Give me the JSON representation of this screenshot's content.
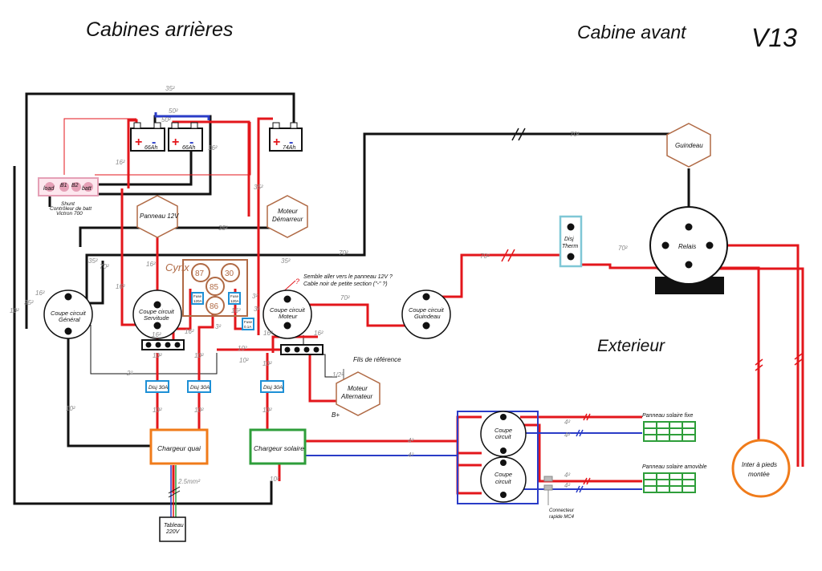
{
  "titles": {
    "rear_cabins": "Cabines arrières",
    "front_cabin": "Cabine avant",
    "version": "V13",
    "exterior": "Exterieur"
  },
  "batteries": {
    "bat1": "66Ah",
    "bat2": "66Ah",
    "bat3": "74Ah"
  },
  "shunt": {
    "load": "load",
    "b1": "B1",
    "b2": "B2",
    "batt": "batt",
    "caption_line1": "Shunt",
    "caption_line2": "Contrôleur de batt",
    "caption_line3": "Victron 700"
  },
  "hexagons": {
    "panneau": "Panneau 12V",
    "moteur_demarreur_1": "Moteur",
    "moteur_demarreur_2": "Démarreur",
    "guindeau": "Guindeau",
    "alternateur_1": "Moteur",
    "alternateur_2": "Alternateur"
  },
  "breakers": {
    "general_1": "Coupe circuit",
    "general_2": "Général",
    "servitude_1": "Coupe circuit",
    "servitude_2": "Servitude",
    "moteur_1": "Coupe circuit",
    "moteur_2": "Moteur",
    "guindeau_1": "Coupe circuit",
    "guindeau_2": "Guindeau",
    "solar1_1": "Coupe",
    "solar1_2": "circuit",
    "solar2_1": "Coupe",
    "solar2_2": "circuit"
  },
  "cyrix": {
    "title": "Cyrix",
    "r87": "87",
    "r30": "30",
    "r85": "85",
    "r86": "86",
    "fuse_line1": "Fuse",
    "fuse_line2": "120A"
  },
  "fuse_small": {
    "line1": "Fuse",
    "line2": "0.1A"
  },
  "disj": {
    "label": "Disj 30A",
    "therm_1": "Disj",
    "therm_2": "Therm"
  },
  "relais": "Relais",
  "chargers": {
    "quai": "Chargeur quai",
    "solaire": "Chargeur solaire"
  },
  "tableau": {
    "line1": "Tableau",
    "line2": "220V"
  },
  "solar_panels": {
    "fixe": "Panneau solaire fixe",
    "amovible": "Panneau solaire amovible"
  },
  "connector": {
    "line1": "Connecteur",
    "line2": "rapide MC4"
  },
  "inter": {
    "line1": "Inter à pieds",
    "line2": "montée"
  },
  "notes": {
    "panel_q1": "Semble aller vers le panneau 12V ?",
    "panel_q2": "Cable noir de petite section (\"-\" ?)",
    "fils_ref": "Fils de référence",
    "bplus": "B+",
    "qmark": "?"
  },
  "gauges": {
    "g35": "35²",
    "g50": "50²",
    "g16": "16²",
    "g70": "70²",
    "g10": "10²",
    "g2": "2²",
    "g3": "3²",
    "g4": "4²",
    "g1_2": "1/2²",
    "g25": "2.5mm²"
  },
  "colors": {
    "red": "#e3161b",
    "black": "#111111",
    "blue": "#2a3cc7",
    "brown": "#b06a45",
    "pink": "#e5a0b6",
    "orange": "#f07b1a",
    "green": "#2e9e3a",
    "cyan": "#7fc7d6",
    "fuse_blue": "#1e90d6"
  }
}
